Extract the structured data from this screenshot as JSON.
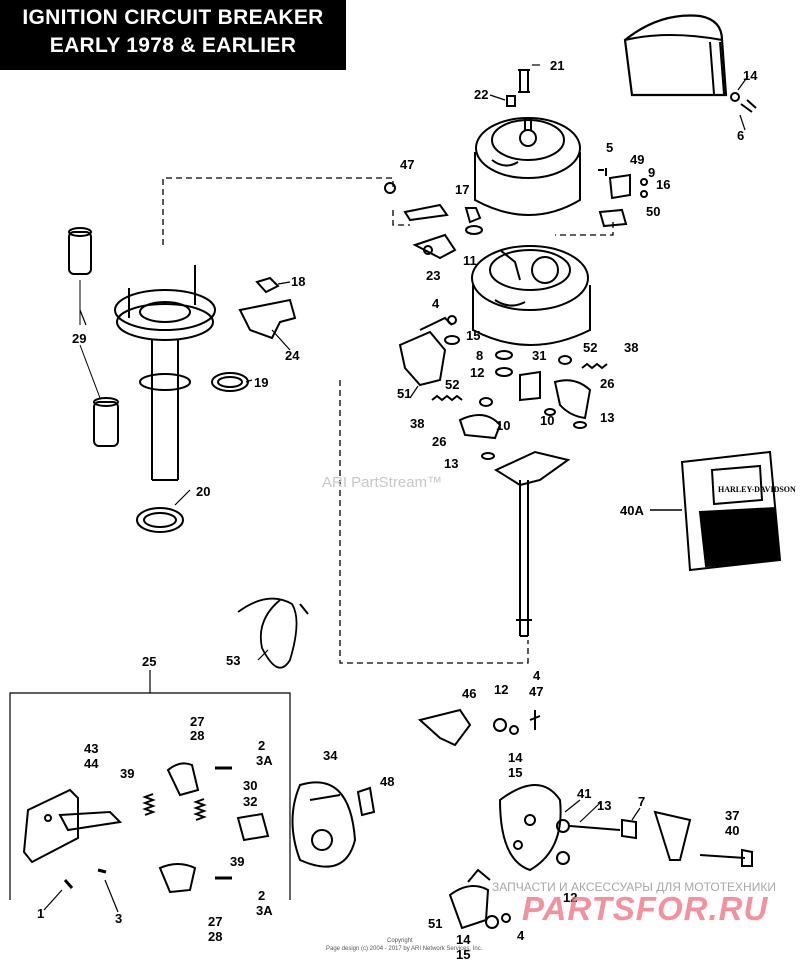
{
  "title": {
    "line1": "IGNITION CIRCUIT BREAKER",
    "line2": "EARLY 1978 & EARLIER"
  },
  "watermark": "ARI PartStream™",
  "footer": {
    "ru_caption": "ЗАПЧАСТИ И АКСЕССУАРЫ ДЛЯ МОТОТЕХНИКИ",
    "ru_logo": "PARTSFOR.RU",
    "copyright": "Copyright",
    "page_design": "Page design (c) 2004 - 2017 by ARI Network Services, Inc."
  },
  "logo_text": "HARLEY-DAVIDSON",
  "callouts": {
    "c1": "1",
    "c2a": "2",
    "c3a": "3A",
    "c2b": "2",
    "c3b": "3A",
    "c3": "3",
    "c4a": "4",
    "c4b": "4",
    "c4c": "4",
    "c47a": "47",
    "c47b": "47",
    "c5": "5",
    "c6": "6",
    "c7": "7",
    "c8": "8",
    "c9": "9",
    "c10a": "10",
    "c10b": "10",
    "c11": "11",
    "c12a": "12",
    "c12b": "12",
    "c12c": "12",
    "c13a": "13",
    "c13b": "13",
    "c13c": "13",
    "c14a": "14",
    "c14b": "14",
    "c14c": "14",
    "c15a": "15",
    "c15b": "15",
    "c15c": "15",
    "c16": "16",
    "c17": "17",
    "c18": "18",
    "c19": "19",
    "c20": "20",
    "c21": "21",
    "c22": "22",
    "c23": "23",
    "c24": "24",
    "c25": "25",
    "c26a": "26",
    "c26b": "26",
    "c27a": "27",
    "c28a": "28",
    "c27b": "27",
    "c28b": "28",
    "c29": "29",
    "c30": "30",
    "c32": "32",
    "c31": "31",
    "c34": "34",
    "c37": "37",
    "c40": "40",
    "c38a": "38",
    "c38b": "38",
    "c39a": "39",
    "c39b": "39",
    "c40a": "40A",
    "c41": "41",
    "c43": "43",
    "c44": "44",
    "c46": "46",
    "c48": "48",
    "c49": "49",
    "c50": "50",
    "c51a": "51",
    "c51b": "51",
    "c52a": "52",
    "c52b": "52",
    "c53": "53"
  }
}
